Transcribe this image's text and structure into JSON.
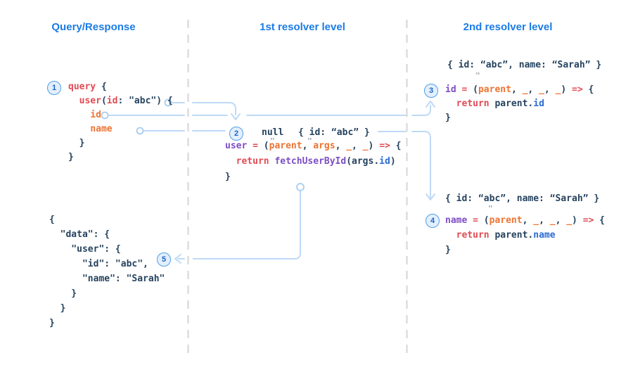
{
  "headers": {
    "col1": "Query/Response",
    "col2": "1st resolver level",
    "col3": "2nd resolver level"
  },
  "steps": {
    "s1": "1",
    "s2": "2",
    "s3": "3",
    "s4": "4",
    "s5": "5"
  },
  "ditto_mark": "\"",
  "colors": {
    "header_blue": "#1b7ce5",
    "keyword_red": "#e14b54",
    "field_orange": "#ed7433",
    "identifier_purple": "#7d4ec4",
    "property_blue": "#2b6bd3",
    "code_dark": "#26435f",
    "connector_blue": "#bedaf6",
    "divider_gray": "#d6d6d6",
    "step_border_blue": "#4f9fe8",
    "step_fill": "#e3effc"
  },
  "code": {
    "query": {
      "lines": [
        [
          {
            "t": "query",
            "c": "red"
          },
          {
            "t": " {",
            "c": "dark"
          }
        ],
        [
          {
            "t": "  ",
            "c": "dark"
          },
          {
            "t": "user",
            "c": "red"
          },
          {
            "t": "(",
            "c": "dark"
          },
          {
            "t": "id",
            "c": "red"
          },
          {
            "t": ": \"abc\") {",
            "c": "dark"
          }
        ],
        [
          {
            "t": "    ",
            "c": "dark"
          },
          {
            "t": "id",
            "c": "orange"
          }
        ],
        [
          {
            "t": "    ",
            "c": "dark"
          },
          {
            "t": "name",
            "c": "orange"
          }
        ],
        [
          {
            "t": "  }",
            "c": "dark"
          }
        ],
        [
          {
            "t": "}",
            "c": "dark"
          }
        ]
      ]
    },
    "response": {
      "lines": [
        [
          {
            "t": "{",
            "c": "dark"
          }
        ],
        [
          {
            "t": "  \"data\": {",
            "c": "dark"
          }
        ],
        [
          {
            "t": "    \"user\": {",
            "c": "dark"
          }
        ],
        [
          {
            "t": "      \"id\": \"abc\",",
            "c": "dark"
          }
        ],
        [
          {
            "t": "      \"name\": \"Sarah\"",
            "c": "dark"
          }
        ],
        [
          {
            "t": "    }",
            "c": "dark"
          }
        ],
        [
          {
            "t": "  }",
            "c": "dark"
          }
        ],
        [
          {
            "t": "}",
            "c": "dark"
          }
        ]
      ]
    },
    "resolver1": {
      "parent_value": [
        {
          "t": "null",
          "c": "dark"
        }
      ],
      "args_value": [
        {
          "t": "{ id: “abc” }",
          "c": "dark"
        }
      ],
      "lines": [
        [
          {
            "t": "user",
            "c": "purple"
          },
          {
            "t": " ",
            "c": "dark"
          },
          {
            "t": "=",
            "c": "red"
          },
          {
            "t": " (",
            "c": "dark"
          },
          {
            "t": "parent",
            "c": "orange"
          },
          {
            "t": ", ",
            "c": "dark"
          },
          {
            "t": "args",
            "c": "orange"
          },
          {
            "t": ", ",
            "c": "dark"
          },
          {
            "t": "_",
            "c": "orange"
          },
          {
            "t": ", ",
            "c": "dark"
          },
          {
            "t": "_",
            "c": "orange"
          },
          {
            "t": ") ",
            "c": "dark"
          },
          {
            "t": "=>",
            "c": "red"
          },
          {
            "t": " {",
            "c": "dark"
          }
        ],
        [
          {
            "t": "  ",
            "c": "dark"
          },
          {
            "t": "return",
            "c": "red"
          },
          {
            "t": " ",
            "c": "dark"
          },
          {
            "t": "fetchUserById",
            "c": "purple"
          },
          {
            "t": "(args.",
            "c": "dark"
          },
          {
            "t": "id",
            "c": "blue"
          },
          {
            "t": ")",
            "c": "dark"
          }
        ],
        [
          {
            "t": "}",
            "c": "dark"
          }
        ]
      ]
    },
    "resolver2": {
      "parent_value": [
        {
          "t": "{ id: “abc”, name: “Sarah” }",
          "c": "dark"
        }
      ],
      "lines": [
        [
          {
            "t": "id",
            "c": "purple"
          },
          {
            "t": " ",
            "c": "dark"
          },
          {
            "t": "=",
            "c": "red"
          },
          {
            "t": " (",
            "c": "dark"
          },
          {
            "t": "parent",
            "c": "orange"
          },
          {
            "t": ", ",
            "c": "dark"
          },
          {
            "t": "_",
            "c": "orange"
          },
          {
            "t": ", ",
            "c": "dark"
          },
          {
            "t": "_",
            "c": "orange"
          },
          {
            "t": ", ",
            "c": "dark"
          },
          {
            "t": "_",
            "c": "orange"
          },
          {
            "t": ") ",
            "c": "dark"
          },
          {
            "t": "=>",
            "c": "red"
          },
          {
            "t": " {",
            "c": "dark"
          }
        ],
        [
          {
            "t": "  ",
            "c": "dark"
          },
          {
            "t": "return",
            "c": "red"
          },
          {
            "t": " parent.",
            "c": "dark"
          },
          {
            "t": "id",
            "c": "blue"
          }
        ],
        [
          {
            "t": "}",
            "c": "dark"
          }
        ]
      ]
    },
    "resolver3": {
      "parent_value": [
        {
          "t": "{ id: “abc”, name: “Sarah” }",
          "c": "dark"
        }
      ],
      "lines": [
        [
          {
            "t": "name",
            "c": "purple"
          },
          {
            "t": " ",
            "c": "dark"
          },
          {
            "t": "=",
            "c": "red"
          },
          {
            "t": " (",
            "c": "dark"
          },
          {
            "t": "parent",
            "c": "orange"
          },
          {
            "t": ", ",
            "c": "dark"
          },
          {
            "t": "_",
            "c": "orange"
          },
          {
            "t": ", ",
            "c": "dark"
          },
          {
            "t": "_",
            "c": "orange"
          },
          {
            "t": ", ",
            "c": "dark"
          },
          {
            "t": "_",
            "c": "orange"
          },
          {
            "t": ") ",
            "c": "dark"
          },
          {
            "t": "=>",
            "c": "red"
          },
          {
            "t": " {",
            "c": "dark"
          }
        ],
        [
          {
            "t": "  ",
            "c": "dark"
          },
          {
            "t": "return",
            "c": "red"
          },
          {
            "t": " parent.",
            "c": "dark"
          },
          {
            "t": "name",
            "c": "blue"
          }
        ],
        [
          {
            "t": "}",
            "c": "dark"
          }
        ]
      ]
    }
  }
}
